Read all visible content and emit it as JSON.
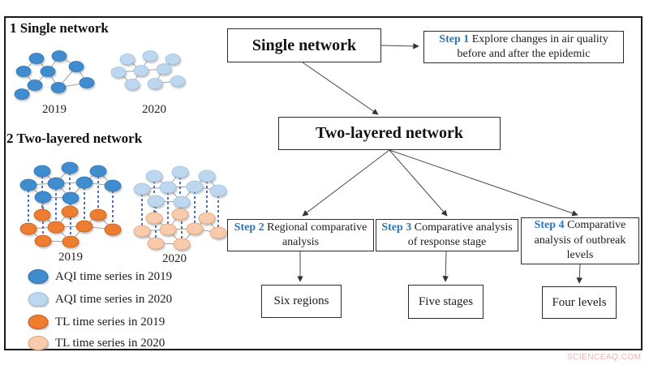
{
  "colors": {
    "aqi_2019": "#3F8CCF",
    "aqi_2020": "#BDD7EE",
    "tl_2019": "#ED7D31",
    "tl_2020": "#F8CBAD",
    "step_accent": "#2E75B6"
  },
  "left_panel": {
    "sections": [
      {
        "title": "1 Single network",
        "networks": [
          {
            "year": "2019"
          },
          {
            "year": "2020"
          }
        ]
      },
      {
        "title": "2 Two-layered network",
        "networks": [
          {
            "year": "2019"
          },
          {
            "year": "2020"
          }
        ]
      }
    ],
    "legend": {
      "items": [
        {
          "label": "AQI time series in 2019",
          "color": "#3F8CCF"
        },
        {
          "label": "AQI time series in 2020",
          "color": "#BDD7EE"
        },
        {
          "label": "TL time series in 2019",
          "color": "#ED7D31"
        },
        {
          "label": "TL time series in 2020",
          "color": "#F8CBAD"
        }
      ]
    }
  },
  "flowchart": {
    "single_network": {
      "label": "Single network"
    },
    "two_layered_network": {
      "label": "Two-layered network"
    },
    "steps": [
      {
        "label": "Step 1",
        "text": "Explore changes in air quality before and after the epidemic"
      },
      {
        "label": "Step 2",
        "text": "Regional comparative analysis",
        "outcome": "Six regions"
      },
      {
        "label": "Step 3",
        "text": "Comparative analysis of response stage",
        "outcome": "Five stages"
      },
      {
        "label": "Step 4",
        "text": "Comparative analysis of outbreak levels",
        "outcome": "Four levels"
      }
    ]
  },
  "watermark": "SCIENCEAQ.COM"
}
